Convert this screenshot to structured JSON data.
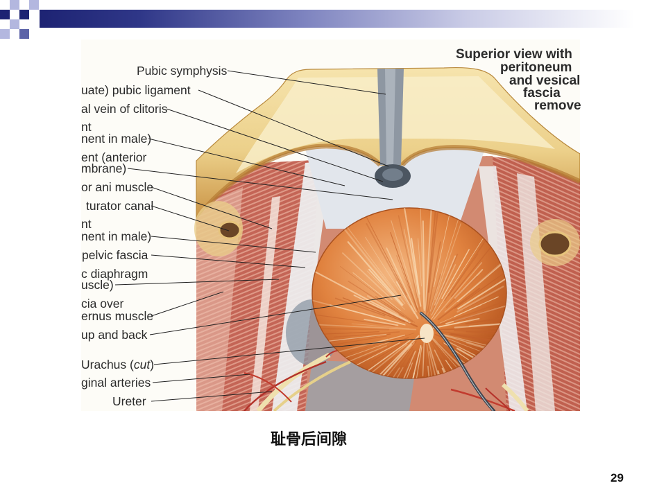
{
  "slide": {
    "caption": "耻骨后间隙",
    "page_number": "29"
  },
  "figure": {
    "title_lines": [
      "Superior view with",
      "peritoneum",
      "and vesical",
      "fascia",
      "remove"
    ],
    "labels": [
      {
        "text": "Pubic symphysis"
      },
      {
        "text": "uate) pubic ligament"
      },
      {
        "text": "al vein of clitoris"
      },
      {
        "text": "nt"
      },
      {
        "text": "nent in male)"
      },
      {
        "text": "ent (anterior"
      },
      {
        "text": "mbrane)"
      },
      {
        "text": "or ani muscle"
      },
      {
        "text": "turator canal"
      },
      {
        "text": "nt"
      },
      {
        "text": "nent in male)"
      },
      {
        "text": "pelvic fascia"
      },
      {
        "text": "c diaphragm"
      },
      {
        "text": "uscle)"
      },
      {
        "text": "cia over"
      },
      {
        "text": "ernus muscle"
      },
      {
        "text": "up and back"
      },
      {
        "text": "Urachus (",
        "italic": "cut",
        "after": ")"
      },
      {
        "text": "ginal arteries"
      },
      {
        "text": "Ureter"
      }
    ]
  },
  "colors": {
    "header_navy": "#1d2373",
    "header_lavender": "#b3b7df",
    "bone": "#ecd08a",
    "bladder": "#e0823f",
    "muscle": "#c46556",
    "fascia": "#e2e6ec"
  }
}
